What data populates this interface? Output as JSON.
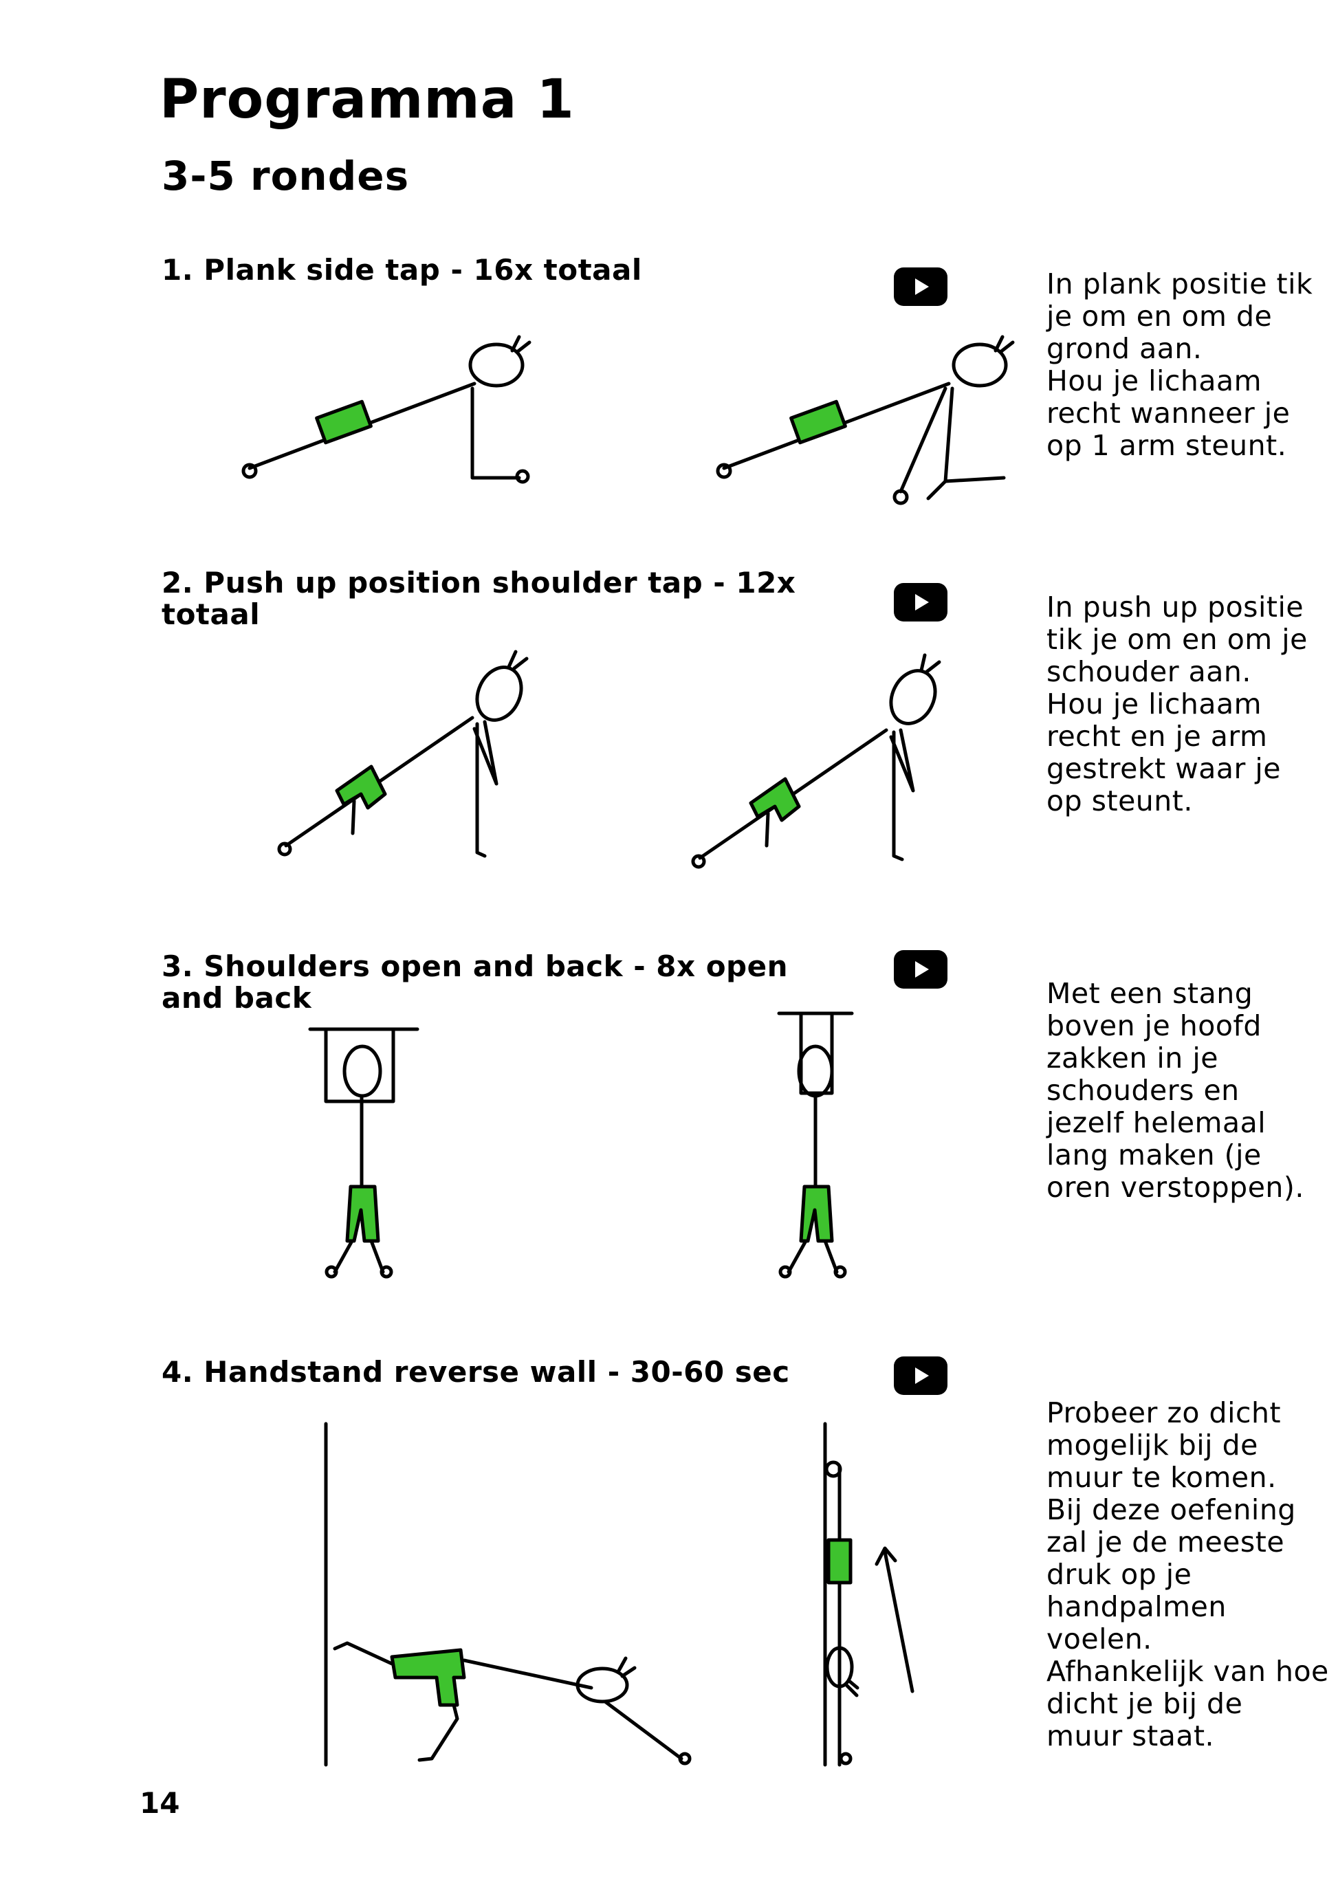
{
  "page": {
    "title": "Programma 1",
    "subtitle": "3-5 rondes",
    "page_number": "14"
  },
  "exercises": [
    {
      "heading": "1. Plank side tap - 16x totaal",
      "video_icon": "youtube-play-icon",
      "description": "In plank positie tik\nje om en om de\ngrond aan.\nHou je lichaam\nrecht wanneer je\nop 1 arm steunt."
    },
    {
      "heading": "2. Push up position shoulder tap - 12x totaal",
      "video_icon": "youtube-play-icon",
      "description": "In push up positie\ntik je om en om je\nschouder aan.\nHou je lichaam\nrecht en je arm\ngestrekt waar je\nop steunt."
    },
    {
      "heading": "3. Shoulders open and back - 8x open and back",
      "video_icon": "youtube-play-icon",
      "description": "Met een stang\nboven je hoofd\nzakken in je\nschouders en\njezelf helemaal\nlang maken (je\noren verstoppen)."
    },
    {
      "heading": "4. Handstand reverse wall - 30-60 sec",
      "video_icon": "youtube-play-icon",
      "description": "Probeer zo dicht\nmogelijk bij de\nmuur te komen.\nBij deze oefening\nzal je de meeste\ndruk op je\nhandpalmen voelen.\nAfhankelijk van hoe\ndicht je bij de\nmuur staat."
    }
  ],
  "colors": {
    "shorts": "#3ec22e",
    "ink": "#000000"
  }
}
